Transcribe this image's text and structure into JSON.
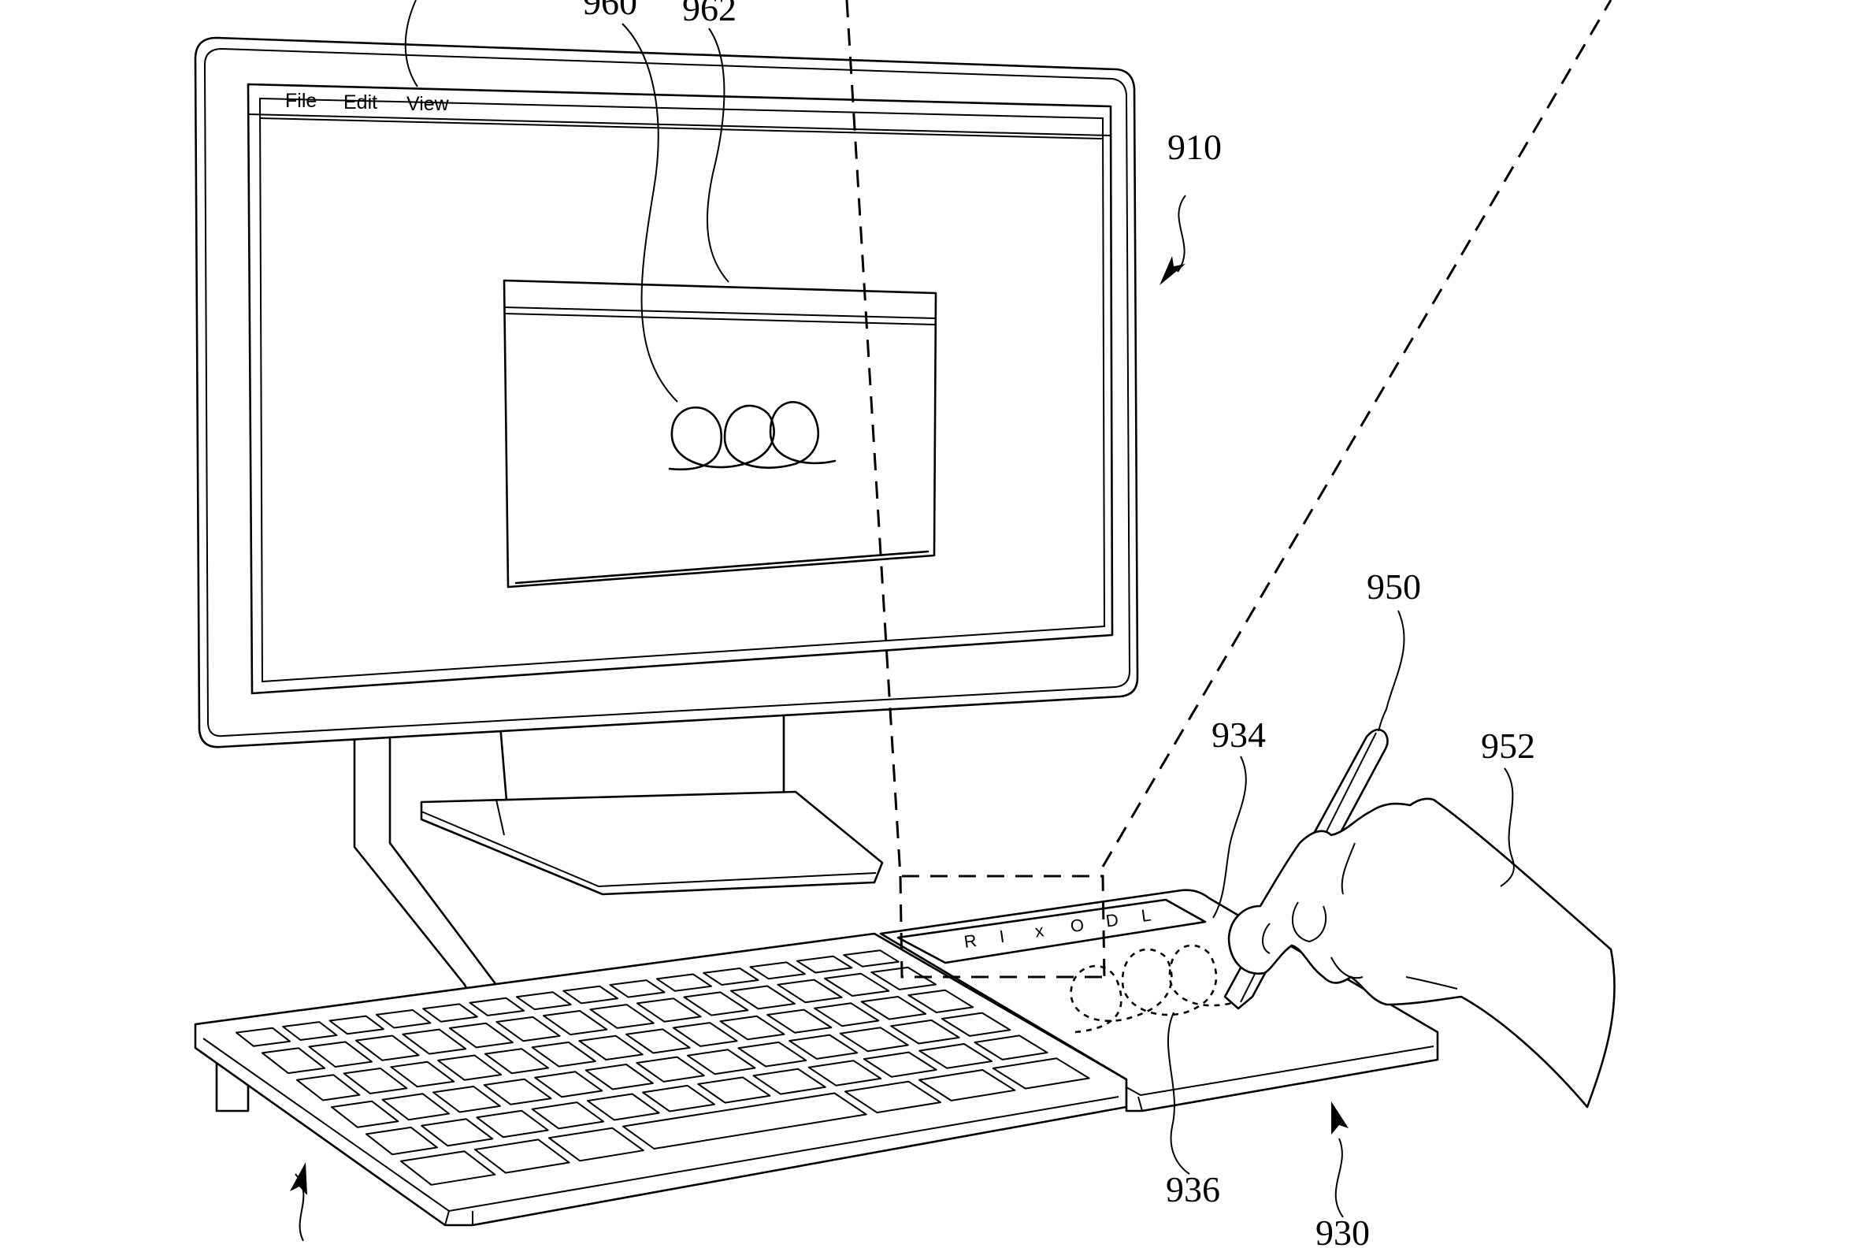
{
  "menu": {
    "file": "File",
    "edit": "Edit",
    "view": "View"
  },
  "refs": {
    "r960": "960",
    "r962": "962",
    "r910": "910",
    "r950": "950",
    "r934": "934",
    "r952": "952",
    "r936": "936",
    "r930": "930"
  },
  "touch_bar_glyphs": [
    "R",
    "I",
    "x",
    "O",
    "D",
    "L"
  ]
}
